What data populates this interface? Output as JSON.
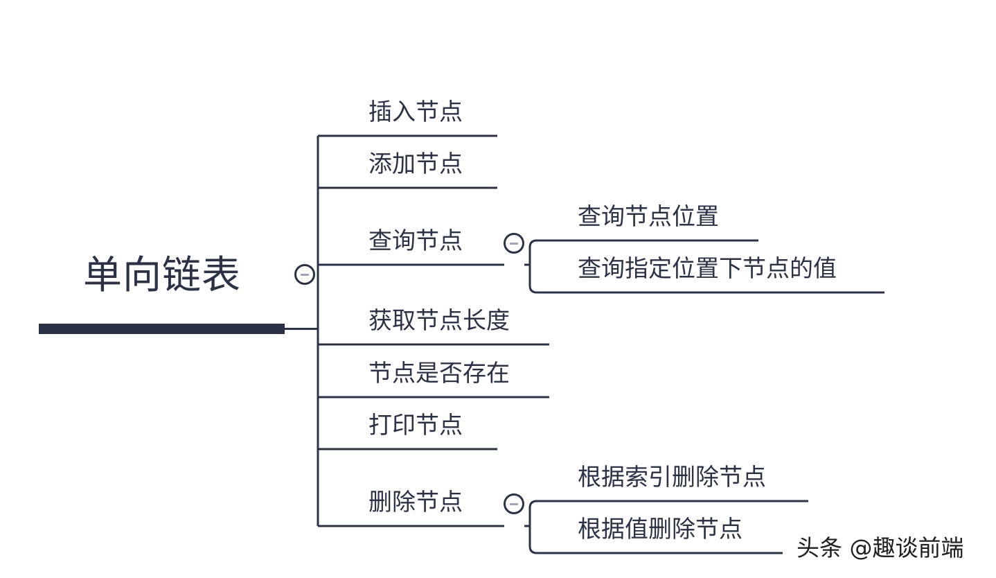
{
  "colors": {
    "line": "#2c3245",
    "text": "#2c3245",
    "collapse_minus": "#9ea3b8",
    "background": "#ffffff"
  },
  "root": {
    "title": "单向链表",
    "collapse_icon": "minus-circle-icon"
  },
  "branches": [
    {
      "label": "插入节点"
    },
    {
      "label": "添加节点"
    },
    {
      "label": "查询节点",
      "collapse_icon": "minus-circle-icon",
      "children": [
        {
          "label": "查询节点位置"
        },
        {
          "label": "查询指定位置下节点的值"
        }
      ]
    },
    {
      "label": "获取节点长度"
    },
    {
      "label": "节点是否存在"
    },
    {
      "label": "打印节点"
    },
    {
      "label": "删除节点",
      "collapse_icon": "minus-circle-icon",
      "children": [
        {
          "label": "根据索引删除节点"
        },
        {
          "label": "根据值删除节点"
        }
      ]
    }
  ],
  "watermark": "头条 @趣谈前端"
}
